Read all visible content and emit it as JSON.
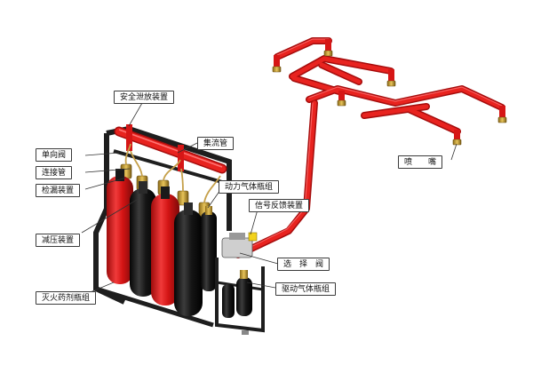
{
  "diagram": {
    "labels": {
      "safety_relief": "安全泄放装置",
      "check_valve": "单向阀",
      "connecting_pipe": "连接管",
      "leak_detector": "检漏装置",
      "pressure_reducer": "减压装置",
      "agent_cylinder_bank": "灭火药剂瓶组",
      "manifold": "集流管",
      "power_gas_bank": "动力气体瓶组",
      "signal_feedback": "信号反馈装置",
      "selector_valve": "选　择　阀",
      "drive_gas_bank": "驱动气体瓶组",
      "nozzle": "喷　　嘴"
    },
    "colors": {
      "pipe_red": "#e01515",
      "cylinder_red": "#d71414",
      "cylinder_black": "#151515",
      "frame_black": "#1e1e1e",
      "brass": "#c9a23a",
      "leader": "#333333"
    }
  }
}
